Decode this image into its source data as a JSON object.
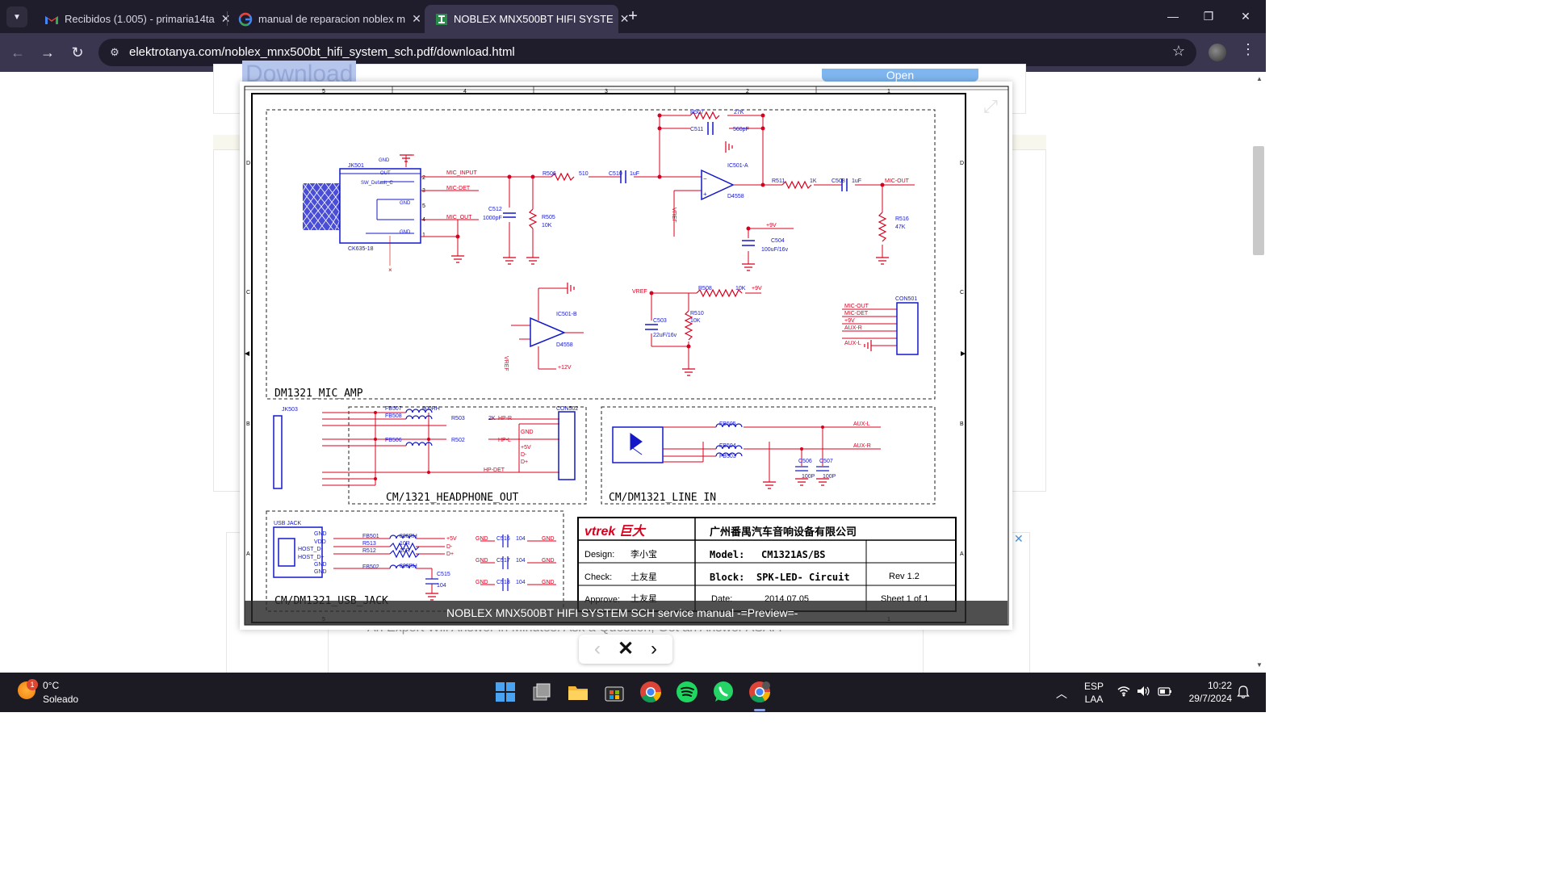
{
  "browser": {
    "tabs": [
      {
        "title": "Recibidos (1.005) - primaria14ta",
        "icon": "gmail-icon",
        "active": false
      },
      {
        "title": "manual de reparacion noblex m",
        "icon": "google-icon",
        "active": false
      },
      {
        "title": "NOBLEX MNX500BT HIFI SYSTE",
        "icon": "elektrotanya-icon",
        "active": true
      }
    ],
    "url": "elektrotanya.com/noblex_mnx500bt_hifi_system_sch.pdf/download.html"
  },
  "page": {
    "download_heading": "Download",
    "open_button": "Open",
    "behind_text": "An Expert Will Answer in Minutes. Ask a Question, Get an Answer ASAP."
  },
  "lightbox": {
    "caption": "NOBLEX MNX500BT HIFI SYSTEM SCH service manual -=Preview=-",
    "schematic": {
      "columns": [
        "5",
        "4",
        "3",
        "2",
        "1"
      ],
      "rows": [
        "D",
        "C",
        "B",
        "A"
      ],
      "blocks": {
        "mic_amp": "DM1321_MIC_AMP",
        "headphone": "CM/1321_HEADPHONE_OUT",
        "line_in": "CM/DM1321_LINE IN",
        "usb": "CM/DM1321_USB_JACK"
      },
      "mic_labels": [
        "JK501",
        "OUT",
        "SW_Default_C",
        "GND",
        "GND",
        "GND",
        "CK635-18",
        "MIC_INPUT",
        "MIC-DET",
        "MIC_OUT",
        "R506",
        "510",
        "C510",
        "1uF",
        "C512",
        "1000pF",
        "R505",
        "10K",
        "R507",
        "27K",
        "C511",
        "560pF",
        "IC501-A",
        "D4558",
        "VREF",
        "R511",
        "1K",
        "C508",
        "1uF",
        "MIC-OUT",
        "R516",
        "47K",
        "+9V",
        "C504",
        "100uF/16v",
        "IC501-B",
        "+12V",
        "R508",
        "10K",
        "R510",
        "C503",
        "22uF/16v",
        "CON501",
        "AUX-R",
        "AUX-L"
      ],
      "headphone_labels": [
        "JK503",
        "FB507",
        "FB508",
        "800RH",
        "R503",
        "2K",
        "HP-R",
        "FB506",
        "R502",
        "HP-L",
        "HP-DET",
        "CON502",
        "GND",
        "+5V",
        "D-",
        "D+"
      ],
      "line_labels": [
        "FB505",
        "FB504",
        "FB503",
        "AUX-L",
        "AUX-R",
        "C506",
        "C507",
        "100P"
      ],
      "usb_labels": [
        "USB JACK",
        "VDD",
        "HOST_D-",
        "HOST_D+",
        "FB502",
        "FB501",
        "R513",
        "R512",
        "10R",
        "C515",
        "104",
        "C516",
        "C517",
        "C518"
      ],
      "title_block": {
        "logo": "vtrek 巨大",
        "company": "广州番禺汽车音响设备有限公司",
        "design_label": "Design:",
        "design_value": "李小宝",
        "model_label": "Model:",
        "model_value": "CM1321AS/BS",
        "check_label": "Check:",
        "check_value": "土友星",
        "block_label": "Block:",
        "block_value": "SPK-LED- Circuit",
        "rev": "Rev 1.2",
        "approve_label": "Approve:",
        "approve_value": "土友星",
        "date_label": "Date:",
        "date_value": "2014.07.05",
        "sheet": "Sheet  1 of 1"
      }
    }
  },
  "taskbar": {
    "weather_temp": "0°C",
    "weather_desc": "Soleado",
    "weather_badge": "1",
    "lang_top": "ESP",
    "lang_bottom": "LAA",
    "time": "10:22",
    "date": "29/7/2024",
    "apps": [
      "start-icon",
      "task-view-icon",
      "file-explorer-icon",
      "store-icon",
      "chrome-icon",
      "spotify-icon",
      "whatsapp-icon",
      "chrome-profile-icon"
    ]
  },
  "colors": {
    "schematic_wire": "#d8001f",
    "schematic_part": "#1418c8",
    "schematic_dash": "#222222"
  }
}
